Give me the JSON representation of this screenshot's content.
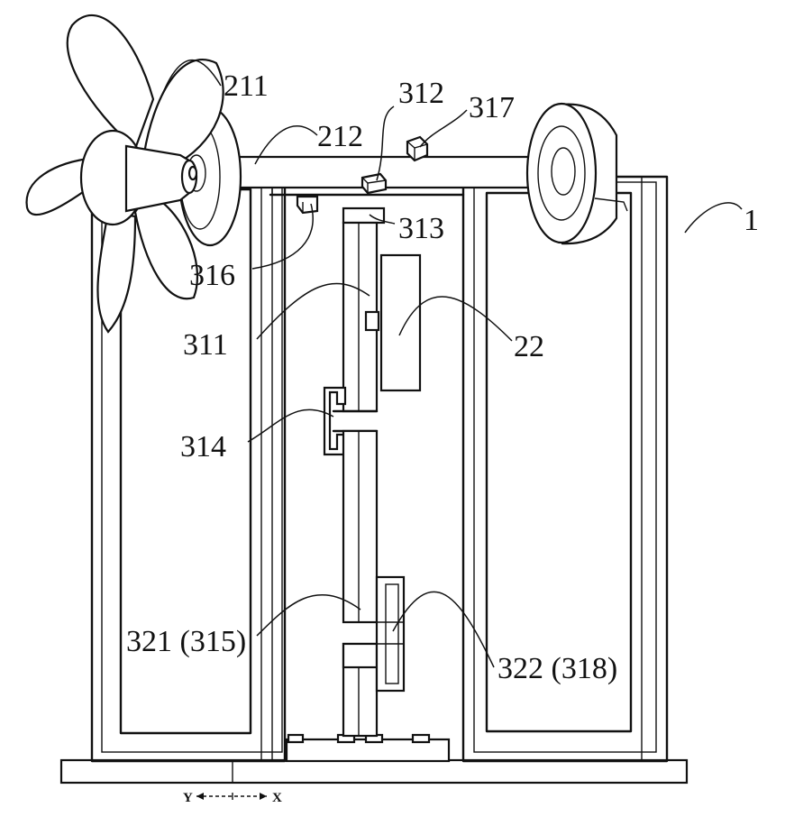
{
  "labels": {
    "l211": "211",
    "l212": "212",
    "l312": "312",
    "l317": "317",
    "l1": "1",
    "l313": "313",
    "l316": "316",
    "l311": "311",
    "l22": "22",
    "l314": "314",
    "l321": "321 (315)",
    "l322": "322 (318)"
  },
  "axes": {
    "y": "Y",
    "x": "X"
  }
}
